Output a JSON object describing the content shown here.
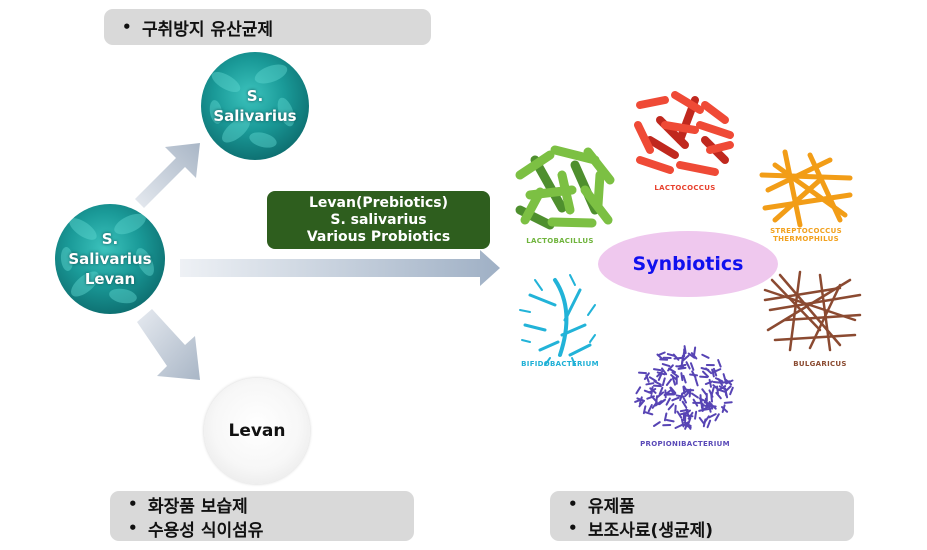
{
  "top_box": {
    "items": [
      "구취방지 유산균제"
    ]
  },
  "left_circle": {
    "lines": [
      "S.",
      "Salivarius",
      "Levan"
    ]
  },
  "top_circle": {
    "lines": [
      "S.",
      "Salivarius"
    ]
  },
  "bottom_circle": {
    "label": "Levan"
  },
  "bottom_left_box": {
    "items": [
      "화장품 보습제",
      "수용성 식이섬유"
    ]
  },
  "bottom_right_box": {
    "items": [
      "유제품",
      "보조사료(생균제)"
    ]
  },
  "green_box": {
    "lines": [
      "Levan(Prebiotics)",
      "S. salivarius",
      "Various Probiotics"
    ]
  },
  "center": {
    "label": "Synbiotics"
  },
  "bullet_glyph": "•",
  "bacteria": [
    {
      "name": "LACTOBACILLUS",
      "color": "#6fb43c"
    },
    {
      "name": "LACTOCOCCUS",
      "color": "#e8412e"
    },
    {
      "name": "STREPTOCOCCUS THERMOPHILUS",
      "color": "#f2a11e"
    },
    {
      "name": "BULGARICUS",
      "color": "#8a4a30"
    },
    {
      "name": "PROPIONIBACTERIUM",
      "color": "#5a4ab8"
    },
    {
      "name": "BIFIDOBACTERIUM",
      "color": "#1eb0d6"
    }
  ]
}
